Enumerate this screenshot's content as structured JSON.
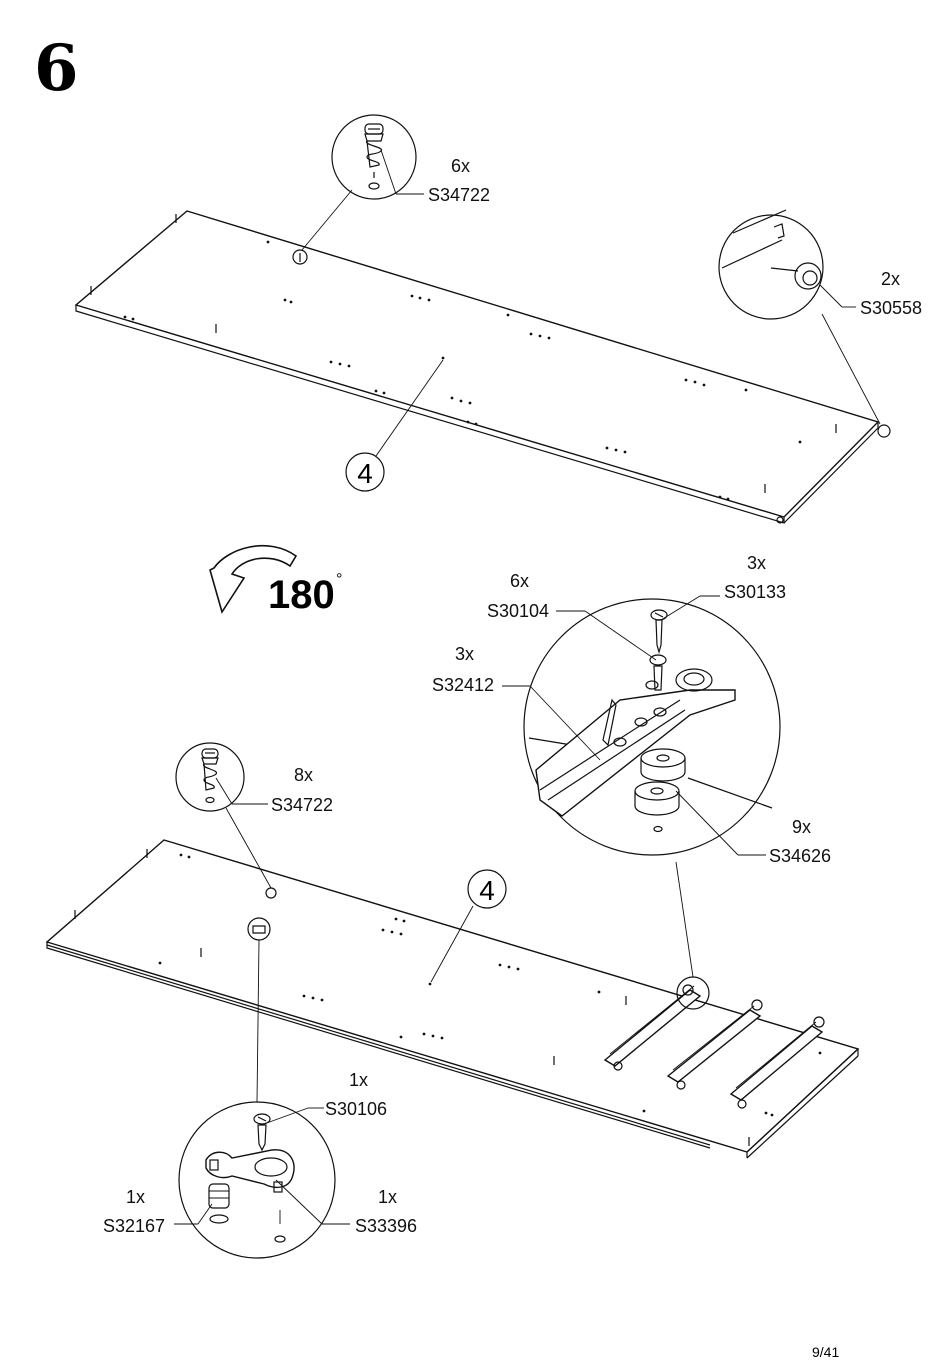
{
  "step_number": "6",
  "rotation": {
    "value": "180",
    "unit": "°"
  },
  "page_number": "9/41",
  "upper_panel": {
    "part_number": "4",
    "callouts": [
      {
        "qty": "6x",
        "code": "S34722"
      },
      {
        "qty": "2x",
        "code": "S30558"
      }
    ]
  },
  "lower_panel": {
    "part_number": "4",
    "callouts": [
      {
        "qty": "8x",
        "code": "S34722"
      },
      {
        "qty": "3x",
        "code": "S30133"
      },
      {
        "qty": "6x",
        "code": "S30104"
      },
      {
        "qty": "3x",
        "code": "S32412"
      },
      {
        "qty": "9x",
        "code": "S34626"
      },
      {
        "qty": "1x",
        "code": "S30106"
      },
      {
        "qty": "1x",
        "code": "S32167"
      },
      {
        "qty": "1x",
        "code": "S33396"
      }
    ]
  }
}
